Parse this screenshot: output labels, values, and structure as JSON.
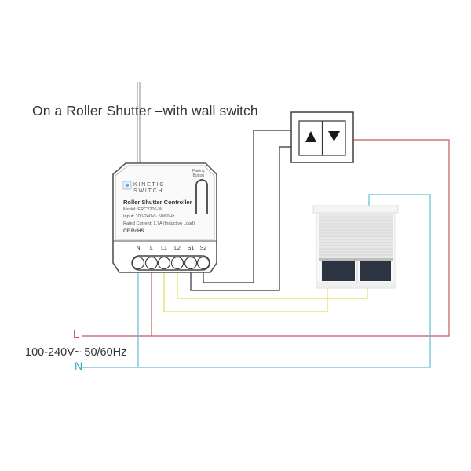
{
  "title": "On a Roller Shutter –with wall switch",
  "controller": {
    "brand_line1": "KINETIC",
    "brand_line2": "SWITCH",
    "product_name": "Roller Shutter Controller",
    "model": "Model: ERC2206-W",
    "input": "Input: 100-240V~ 50/60Hz",
    "rated_current": "Rated Current: 1.7A (Inductive Load)",
    "certifications": "CE RoHS",
    "pairing_button_line1": "Pairing",
    "pairing_button_line2": "Button",
    "terminals": [
      "N",
      "L",
      "L1",
      "L2",
      "S1",
      "S2"
    ]
  },
  "wall_switch": {
    "up_icon": "up-triangle",
    "down_icon": "down-triangle"
  },
  "power": {
    "live_label": "L",
    "neutral_label": "N",
    "voltage": "100-240V~ 50/60Hz"
  },
  "colors": {
    "live": "#c8575c",
    "neutral": "#5fc0d6",
    "motor": "#e0e05a",
    "switch_wire": "#333333",
    "text": "#333333"
  }
}
